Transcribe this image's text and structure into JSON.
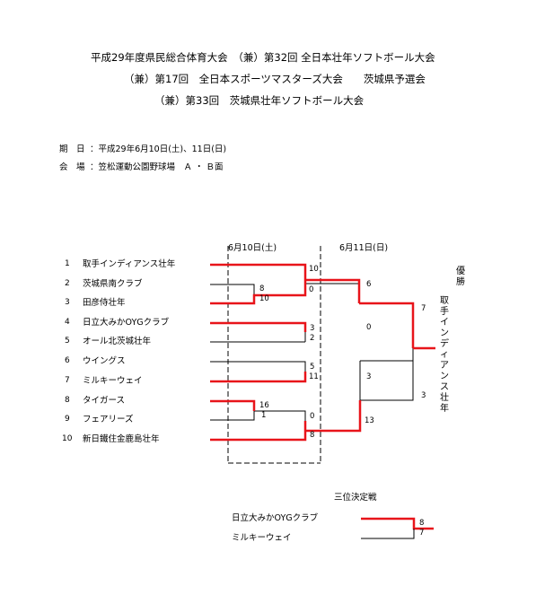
{
  "titles": [
    "平成29年度県民総合体育大会　（兼）第32回 全日本壮年ソフトボール大会",
    "（兼）第17回　全日本スポーツマスターズ大会　　茨城県予選会",
    "（兼）第33回　茨城県壮年ソフトボール大会"
  ],
  "info": {
    "date_label": "期　日",
    "date_value": "：平成29年6月10日(土)、11日(日)",
    "venue_label": "会　場",
    "venue_value": "：笠松運動公園野球場　Ａ ・ Ｂ面"
  },
  "day_labels": [
    "6月10日(土)",
    "6月11日(日)"
  ],
  "teams": [
    {
      "no": "1",
      "name": "取手インディアンス壮年"
    },
    {
      "no": "2",
      "name": "茨城県南クラブ"
    },
    {
      "no": "3",
      "name": "田彦侍壮年"
    },
    {
      "no": "4",
      "name": "日立大みかOYGクラブ"
    },
    {
      "no": "5",
      "name": "オール北茨城壮年"
    },
    {
      "no": "6",
      "name": "ウイングス"
    },
    {
      "no": "7",
      "name": "ミルキーウェイ"
    },
    {
      "no": "8",
      "name": "タイガース"
    },
    {
      "no": "9",
      "name": "フェアリーズ"
    },
    {
      "no": "10",
      "name": "新日鐵住金鹿島壮年"
    }
  ],
  "scores": {
    "r1_a_top": "8",
    "r1_a_bot": "10",
    "r1_b_top": "16",
    "r1_b_bot": "1",
    "r2_a_top": "10",
    "r2_a_bot": "0",
    "r2_b_top": "3",
    "r2_b_bot": "2",
    "r2_c_top": "5",
    "r2_c_bot": "11",
    "r2_d_top": "0",
    "r2_d_bot": "8",
    "sf_a_top": "6",
    "sf_a_bot": "0",
    "sf_b_top": "3",
    "sf_b_bot": "13",
    "final_top": "7",
    "final_bot": "3"
  },
  "champion": {
    "label": "優勝",
    "name": "取手インディアンス壮年"
  },
  "third_place": {
    "title": "三位決定戦",
    "team_a": "日立大みかOYGクラブ",
    "team_b": "ミルキーウェイ",
    "score_a": "8",
    "score_b": "7"
  },
  "colors": {
    "winner_line": "#e8141a",
    "line": "#000000"
  }
}
